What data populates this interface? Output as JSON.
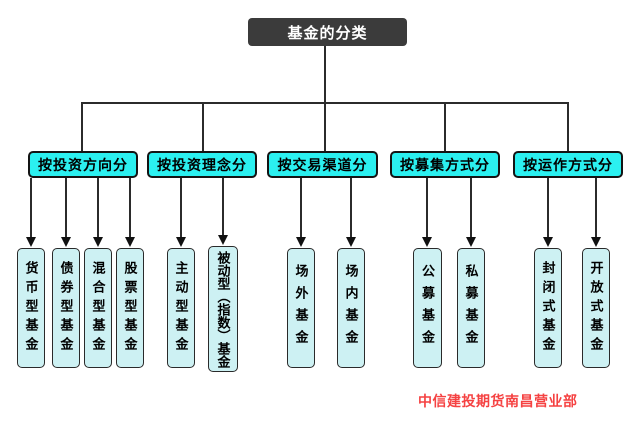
{
  "diagram": {
    "title": "基金的分类",
    "groups": [
      {
        "label": "按投资方向分",
        "children": [
          "货币型基金",
          "债券型基金",
          "混合型基金",
          "股票型基金"
        ]
      },
      {
        "label": "按投资理念分",
        "children": [
          "主动型基金",
          "被动型（指数）基金"
        ]
      },
      {
        "label": "按交易渠道分",
        "children": [
          "场外基金",
          "场内基金"
        ]
      },
      {
        "label": "按募集方式分",
        "children": [
          "公募基金",
          "私募基金"
        ]
      },
      {
        "label": "按运作方式分",
        "children": [
          "封闭式基金",
          "开放式基金"
        ]
      }
    ],
    "footer": "中信建投期货南昌营业部"
  },
  "colors": {
    "root_bg": "#3b3b3b",
    "root_text": "#ffffff",
    "category_bg": "#2bf0f0",
    "leaf_bg": "#cdf1f3",
    "border": "#141414",
    "line": "#2b2b2b",
    "footer_text": "#f54242"
  }
}
